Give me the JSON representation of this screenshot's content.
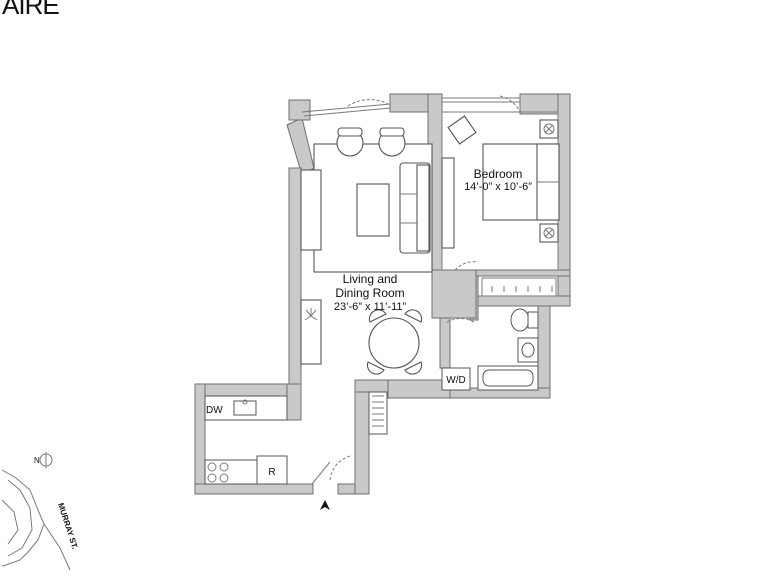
{
  "brand": {
    "logo_text": "AIRE"
  },
  "rooms": {
    "living": {
      "name_line1": "Living and",
      "name_line2": "Dining Room",
      "dims": "23’-6” x 11’-11”"
    },
    "bedroom": {
      "name": "Bedroom",
      "dims": "14’-0” x 10’-6”"
    }
  },
  "labels": {
    "dishwasher": "DW",
    "refrigerator": "R",
    "washer_dryer": "W/D"
  },
  "keyplan": {
    "north": "N",
    "street": "MURRAY ST."
  },
  "colors": {
    "wall_fill": "#c9c9c9",
    "line": "#555555",
    "background": "#ffffff"
  }
}
